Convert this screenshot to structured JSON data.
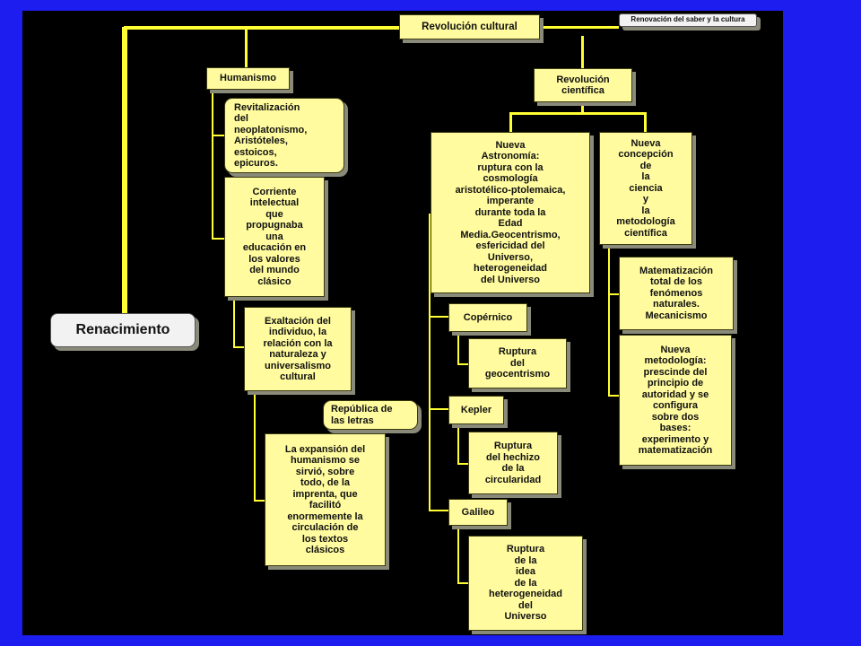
{
  "root": "Revolución cultural",
  "note": "Renovación del saber y la cultura",
  "renacimiento": "Renacimiento",
  "humanismo": {
    "title": "Humanismo",
    "revitalizacion": "Revitalización\ndel\nneoplatonismo,\nAristóteles,\nestoicos,\nepicuros.",
    "corriente": "Corriente\nintelectual\nque\npropugnaba\nuna\neducación en\nlos valores\ndel mundo\nclásico",
    "exaltacion": "Exaltación del\nindividuo, la\nrelación con la\nnaturaleza y\nuniversalismo\ncultural",
    "republica": "República de\nlas letras",
    "expansion": "La expansión del\nhumanismo se\nsirvió, sobre\ntodo, de la\nimprenta, que\nfacilitó\nenormemente la\ncirculación de\nlos textos\nclásicos"
  },
  "cientifica": {
    "title": "Revolución\ncientífica",
    "astronomia": "Nueva\nAstronomía:\nruptura con la\ncosmología\naristotélico-ptolemaica,\nimperante\ndurante toda la\nEdad\nMedia.Geocentrismo,\nesfericidad del\nUniverso,\nheterogeneidad\ndel Universo",
    "copernico": "Copérnico",
    "ruptura_geocentrismo": "Ruptura\ndel\ngeocentrismo",
    "kepler": "Kepler",
    "ruptura_circularidad": "Ruptura\ndel hechizo\nde la\ncircularidad",
    "galileo": "Galileo",
    "ruptura_heterogeneidad": "Ruptura\nde la\nidea\nde la\nheterogeneidad\ndel\nUniverso",
    "concepcion": "Nueva\nconcepción\nde\nla\nciencia\ny\nla\nmetodología\ncientífica",
    "matematizacion": "Matematización\ntotal de los\nfenómenos\nnaturales.\nMecanicismo",
    "metodologia": "Nueva\nmetodología:\nprescinde del\nprincipio de\nautoridad y se\nconfigura\nsobre dos\nbases:\nexperimento y\nmatematización"
  }
}
